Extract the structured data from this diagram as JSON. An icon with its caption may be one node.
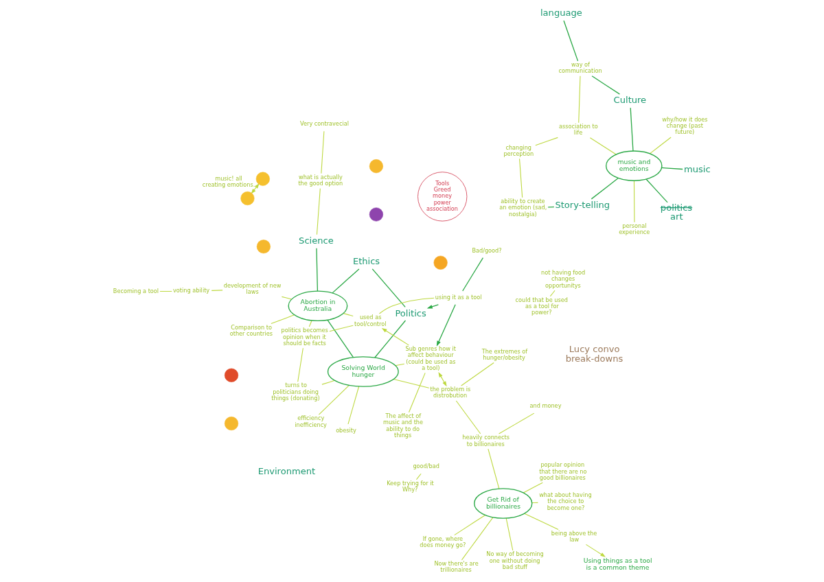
{
  "diagram": {
    "nodes": [
      {
        "text": [
          "Using things as a tool is a common theme"
        ]
      },
      {
        "text": [
          "Now there's are trillionaires"
        ]
      },
      {
        "text": [],
        "shape": "circle"
      },
      {
        "text": [
          "being above the law"
        ]
      },
      {
        "text": [
          "Ethics"
        ]
      },
      {
        "text": [],
        "shape": "circle"
      },
      {
        "text": [],
        "shape": "circle"
      },
      {
        "text": [
          "music"
        ]
      },
      {
        "text": [
          "what about having the choice to become one?"
        ]
      },
      {
        "text": [
          "If gone, where does money go?"
        ]
      },
      {
        "text": [
          "Bad/good?"
        ]
      },
      {
        "text": [
          "Politics"
        ]
      },
      {
        "text": [],
        "shape": "circle"
      },
      {
        "text": [],
        "shape": "circle"
      },
      {
        "text": [
          "using it as a tool"
        ]
      },
      {
        "text": [
          "No way of becoming one without doing bad stuff"
        ]
      },
      {
        "text": [
          "music and emotions"
        ]
      },
      {
        "text": [
          "personal experience"
        ]
      },
      {
        "text": [
          "changing perception"
        ]
      },
      {
        "text": [
          "Get Rid of billionaires"
        ]
      },
      {
        "text": [],
        "shape": "circle"
      },
      {
        "text": [],
        "shape": "circle"
      },
      {
        "text": [
          "Tools Greed money power association"
        ]
      },
      {
        "text": [
          "why/how it does change (past future)"
        ]
      },
      {
        "text": [
          "association to life"
        ]
      },
      {
        "text": [
          "ability to create an emotion (sad, nostalgia)"
        ]
      },
      {
        "text": [
          "Story-telling"
        ]
      },
      {
        "text": [
          "good/bad"
        ]
      },
      {
        "text": [
          "popular opinion that there are no good billionaires"
        ]
      },
      {
        "text": [
          "Keep trying for it Why?"
        ]
      },
      {
        "text": [
          "The affect of music and the ability to do things"
        ]
      },
      {
        "text": [
          "way of communication"
        ]
      },
      {
        "text": [
          "Becoming a tool"
        ]
      },
      {
        "text": [
          "politics",
          "art"
        ]
      },
      {
        "text": [],
        "shape": "circle"
      },
      {
        "text": [
          "Abortion in Australia"
        ]
      },
      {
        "text": [
          "voting ability"
        ]
      },
      {
        "text": [
          "Very contravecial"
        ]
      },
      {
        "text": [
          "development of new laws"
        ]
      },
      {
        "text": [
          "Sub genres how it affect behaviour (could be used as a tool)"
        ]
      },
      {
        "text": [
          "efficiency inefficiency"
        ]
      },
      {
        "text": [
          "used as tool/control"
        ]
      },
      {
        "text": [
          "Comparison to other countries"
        ]
      },
      {
        "text": [
          "not having food changes opportunitys"
        ]
      },
      {
        "text": [
          "Culture"
        ]
      },
      {
        "text": [
          "politics becomes opinion when it should be facts"
        ]
      },
      {
        "text": [
          "Solving World hunger"
        ]
      },
      {
        "text": [
          "Science"
        ]
      },
      {
        "text": [
          "what is actually the good option"
        ]
      },
      {
        "text": [
          "the problem is distrobution"
        ]
      },
      {
        "text": [
          "could that be used as a tool for power?"
        ]
      },
      {
        "text": [
          "obesity"
        ]
      },
      {
        "text": [
          "Environment"
        ]
      },
      {
        "text": [
          "and money"
        ]
      },
      {
        "text": [
          "heavily connects to billionaires"
        ]
      },
      {
        "text": [
          "The extremes of hunger/obesity"
        ]
      },
      {
        "text": [
          "language"
        ]
      },
      {
        "text": [
          "turns to politicians doing things (donating)"
        ]
      }
    ],
    "edges": [
      {
        "from": 3,
        "to": 0,
        "arrow": "to"
      },
      {
        "from": 1,
        "to": 19,
        "arrow": "none"
      },
      {
        "from": 3,
        "to": 19,
        "arrow": "none"
      },
      {
        "from": 8,
        "to": 19,
        "arrow": "none"
      },
      {
        "from": 15,
        "to": 19,
        "arrow": "none"
      },
      {
        "from": 9,
        "to": 19,
        "arrow": "none"
      },
      {
        "from": 19,
        "to": 28,
        "arrow": "none"
      },
      {
        "from": 27,
        "to": 29,
        "arrow": "none"
      },
      {
        "from": 19,
        "to": 54,
        "arrow": "none"
      },
      {
        "from": 7,
        "to": 16,
        "arrow": "none",
        "color": "#2aa845"
      },
      {
        "from": 33,
        "to": 16,
        "arrow": "none",
        "color": "#2aa845"
      },
      {
        "from": 4,
        "to": 11,
        "arrow": "none",
        "color": "#2aa845"
      },
      {
        "from": 35,
        "to": 46,
        "arrow": "none",
        "color": "#2aa845"
      },
      {
        "from": 4,
        "to": 35,
        "arrow": "none",
        "color": "#2aa845"
      },
      {
        "from": 35,
        "to": 47,
        "arrow": "none",
        "color": "#2aa845"
      },
      {
        "from": 11,
        "to": 46,
        "arrow": "none",
        "color": "#2aa845"
      },
      {
        "from": 14,
        "to": 11,
        "arrow": "to",
        "color": "#2aa845"
      },
      {
        "from": 14,
        "to": 39,
        "arrow": "to",
        "color": "#2aa845"
      },
      {
        "from": 10,
        "to": 14,
        "arrow": "none",
        "color": "#2aa845"
      },
      {
        "from": 12,
        "to": 13,
        "arrow": "both",
        "label": "music! all creating emotions."
      },
      {
        "from": 16,
        "to": 17,
        "arrow": "none"
      },
      {
        "from": 16,
        "to": 24,
        "arrow": "none"
      },
      {
        "from": 16,
        "to": 23,
        "arrow": "none"
      },
      {
        "from": 16,
        "to": 26,
        "arrow": "none",
        "color": "#2aa845"
      },
      {
        "from": 16,
        "to": 44,
        "arrow": "none",
        "color": "#2aa845"
      },
      {
        "from": 18,
        "to": 24,
        "arrow": "none"
      },
      {
        "from": 18,
        "to": 25,
        "arrow": "none"
      },
      {
        "from": 25,
        "to": 26,
        "arrow": "none",
        "color": "#2aa845"
      },
      {
        "from": 24,
        "to": 31,
        "arrow": "none"
      },
      {
        "from": 30,
        "to": 39,
        "arrow": "none"
      },
      {
        "from": 31,
        "to": 44,
        "arrow": "none",
        "color": "#2aa845"
      },
      {
        "from": 31,
        "to": 56,
        "arrow": "none",
        "color": "#2aa845"
      },
      {
        "from": 32,
        "to": 36,
        "arrow": "none"
      },
      {
        "from": 36,
        "to": 38,
        "arrow": "none"
      },
      {
        "from": 14,
        "to": 41,
        "arrow": "none"
      },
      {
        "from": 35,
        "to": 41,
        "arrow": "none"
      },
      {
        "from": 35,
        "to": 45,
        "arrow": "none"
      },
      {
        "from": 35,
        "to": 38,
        "arrow": "none"
      },
      {
        "from": 35,
        "to": 42,
        "arrow": "none"
      },
      {
        "from": 41,
        "to": 45,
        "arrow": "none"
      },
      {
        "from": 39,
        "to": 41,
        "arrow": "to"
      },
      {
        "from": 47,
        "to": 48,
        "arrow": "none"
      },
      {
        "from": 37,
        "to": 48,
        "arrow": "none"
      },
      {
        "from": 45,
        "to": 57,
        "arrow": "none"
      },
      {
        "from": 53,
        "to": 54,
        "arrow": "none"
      },
      {
        "from": 54,
        "to": 49,
        "arrow": "none"
      },
      {
        "from": 55,
        "to": 49,
        "arrow": "none"
      },
      {
        "from": 49,
        "to": 46,
        "arrow": "none"
      },
      {
        "from": 49,
        "to": 39,
        "arrow": "both"
      },
      {
        "from": 39,
        "to": 46,
        "arrow": "none"
      },
      {
        "from": 43,
        "to": 50,
        "arrow": "none"
      },
      {
        "from": 46,
        "to": 57,
        "arrow": "none"
      },
      {
        "from": 46,
        "to": 51,
        "arrow": "none"
      },
      {
        "from": 40,
        "to": 46,
        "arrow": "none"
      }
    ],
    "labels": [
      "Lucy convo break-downs"
    ]
  }
}
